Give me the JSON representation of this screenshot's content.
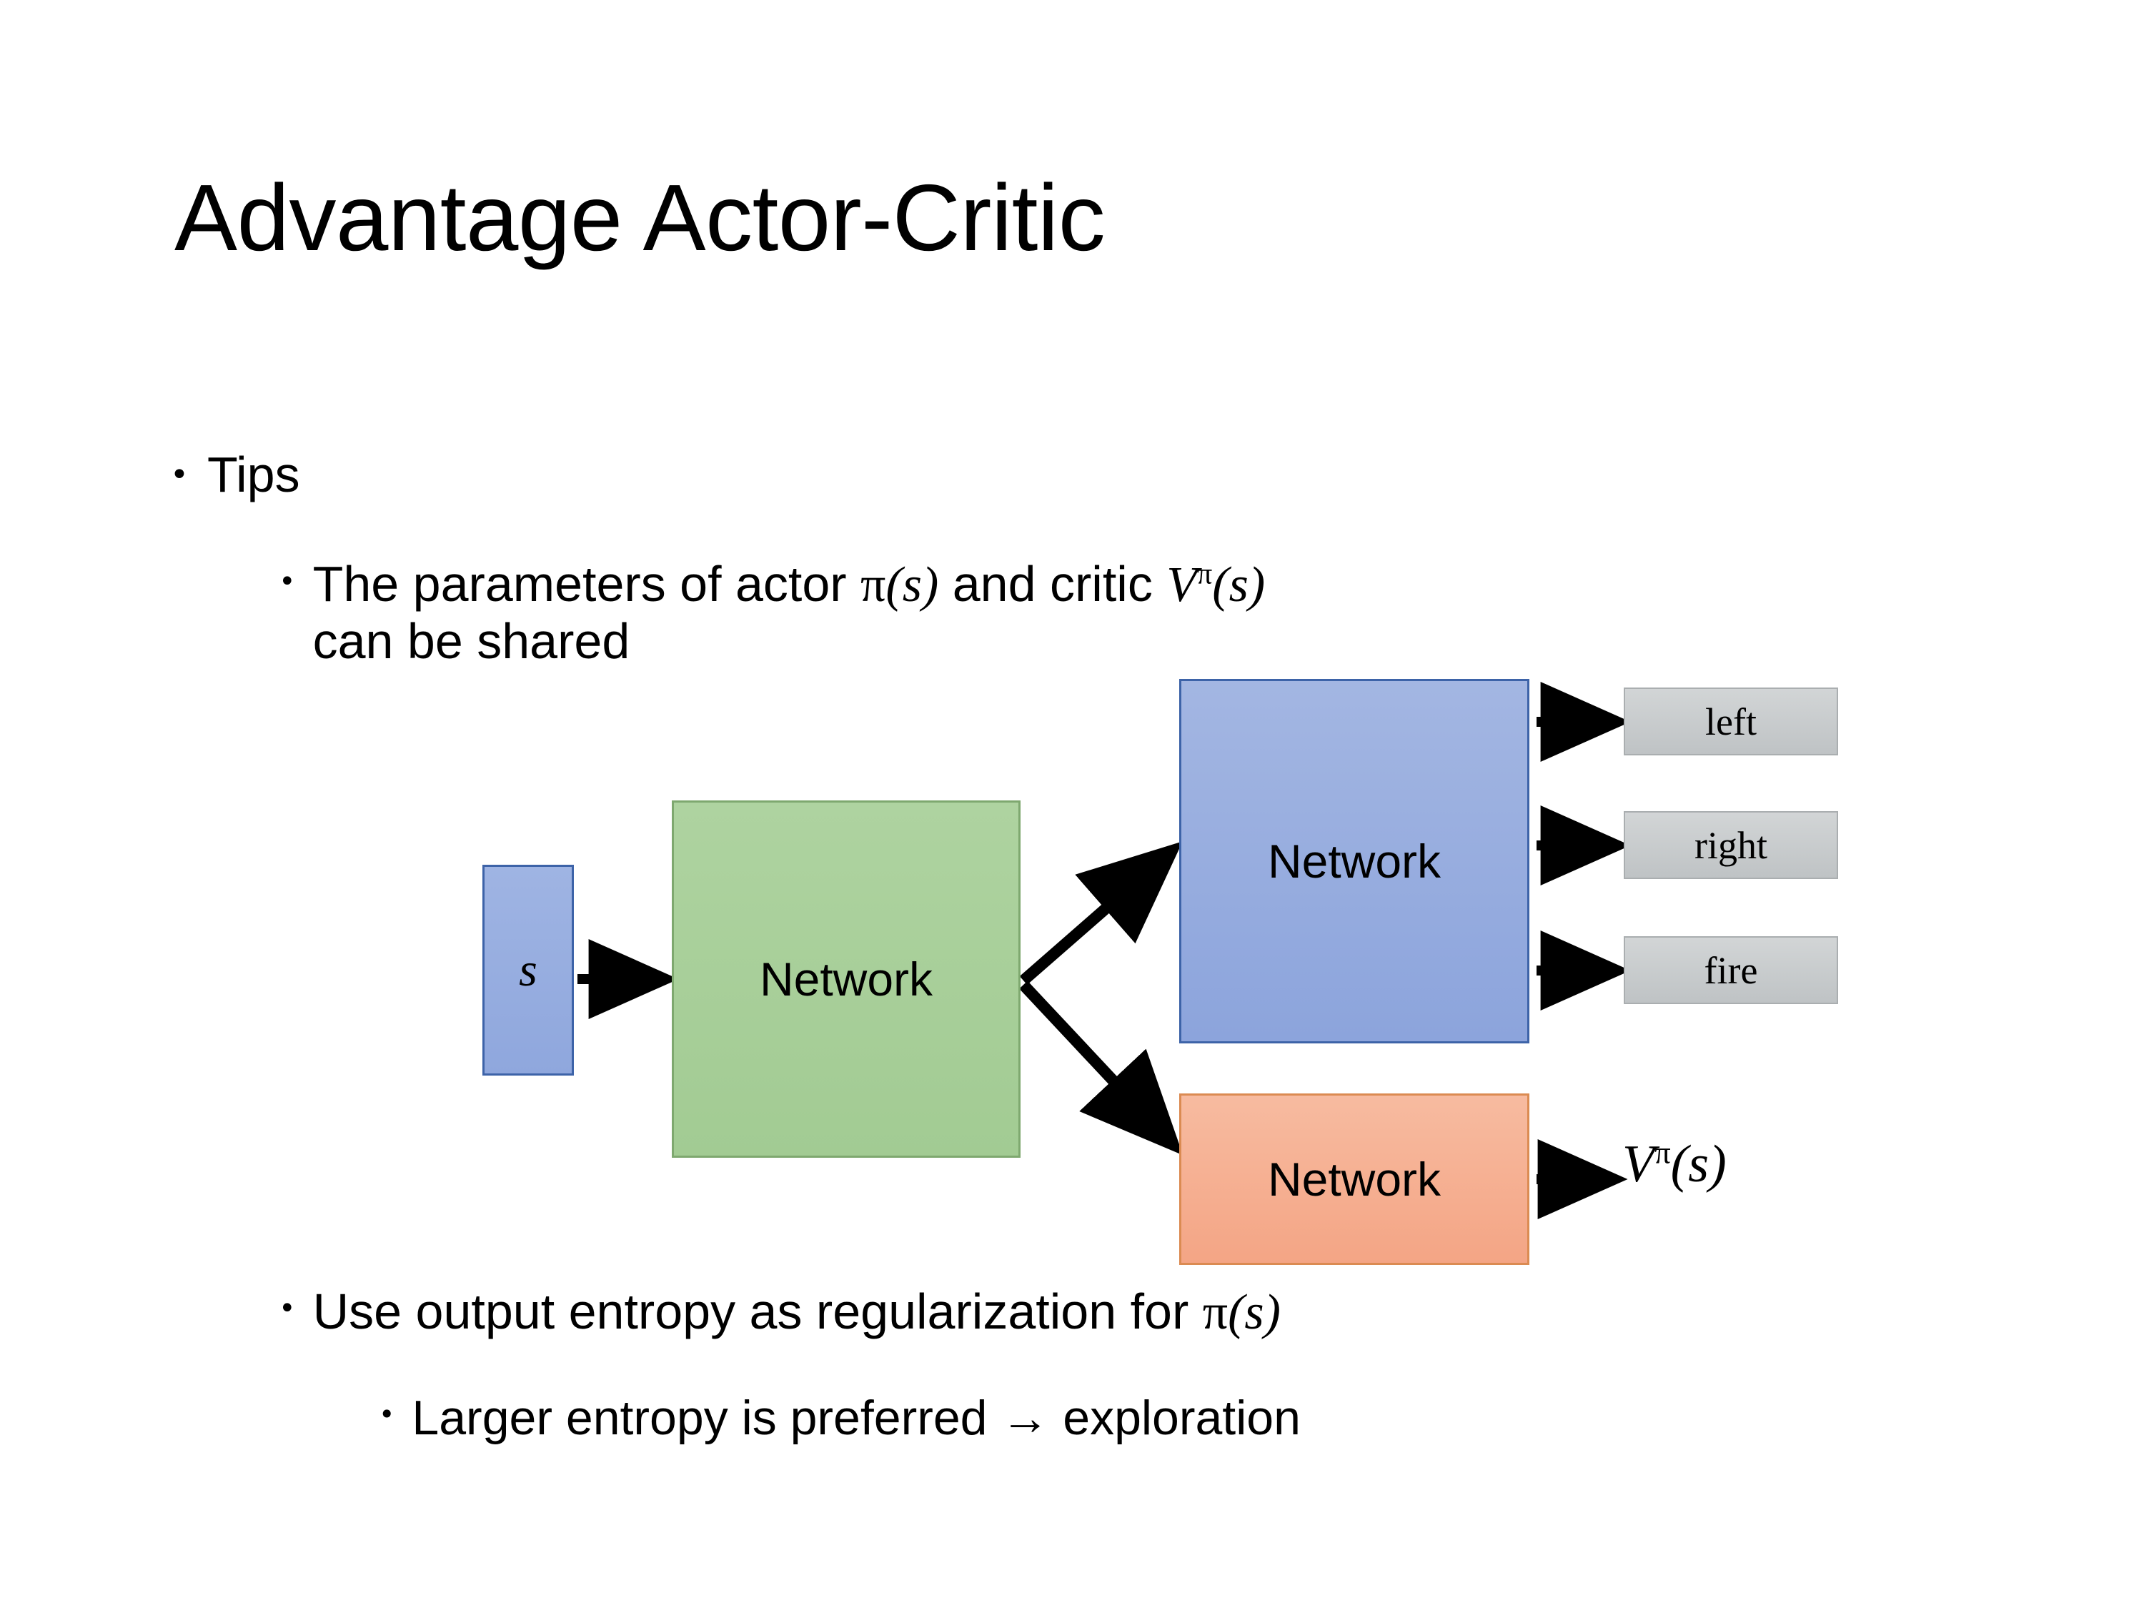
{
  "slide": {
    "title": "Advantage Actor-Critic",
    "background_color": "#ffffff",
    "text_color": "#000000"
  },
  "bullets": {
    "tips": {
      "marker": "•",
      "text": "Tips"
    },
    "parameters_shared": {
      "marker": "•",
      "line1_prefix": "The parameters of actor ",
      "math_actor": "π(s)",
      "line1_middle": "  and critic ",
      "math_critic": "Vπ(s)",
      "line2": "can be shared",
      "full_text": "The parameters of actor π(s)  and critic Vπ(s) can be shared"
    },
    "entropy_regularization": {
      "marker": "•",
      "prefix": "Use output entropy as regularization for ",
      "math": "π(s)",
      "full_text": "Use output entropy as regularization for π(s)"
    },
    "larger_entropy": {
      "marker": "•",
      "text": "Larger entropy is preferred → exploration"
    }
  },
  "diagram": {
    "input_node": {
      "label": "s",
      "fill_color": "#96ABE0",
      "border_color": "#3D63A8"
    },
    "shared_network": {
      "label": "Network",
      "fill_color": "#A8CF9A",
      "border_color": "#7EA86F"
    },
    "actor_network": {
      "label": "Network",
      "fill_color": "#95ACE0",
      "border_color": "#3D63A8"
    },
    "critic_network": {
      "label": "Network",
      "fill_color": "#F5B193",
      "border_color": "#DB8B52"
    },
    "actions": [
      {
        "label": "left",
        "fill_color": "#C8CBCC",
        "border_color": "#AAAEB0"
      },
      {
        "label": "right",
        "fill_color": "#C8CBCC",
        "border_color": "#AAAEB0"
      },
      {
        "label": "fire",
        "fill_color": "#C8CBCC",
        "border_color": "#AAAEB0"
      }
    ],
    "critic_output": {
      "base": "V",
      "superscript": "π",
      "argument": "(s)",
      "label": "Vπ(s)"
    },
    "arrow_color": "#000000"
  }
}
